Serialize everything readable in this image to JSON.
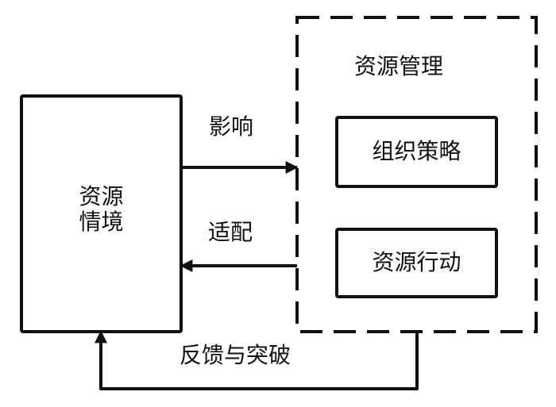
{
  "diagram": {
    "nodes": {
      "resource_context": {
        "line1": "资源",
        "line2": "情境"
      },
      "resource_management": {
        "title": "资源管理"
      },
      "org_strategy": {
        "label": "组织策略"
      },
      "resource_action": {
        "label": "资源行动"
      }
    },
    "edges": {
      "influence": {
        "label": "影响",
        "from": "资源情境",
        "to": "资源管理"
      },
      "adaptation": {
        "label": "适配",
        "from": "资源管理",
        "to": "资源情境"
      },
      "feedback": {
        "label": "反馈与突破",
        "from": "资源管理",
        "to": "资源情境"
      }
    },
    "colors": {
      "stroke": "#111111",
      "background": "#ffffff"
    }
  }
}
